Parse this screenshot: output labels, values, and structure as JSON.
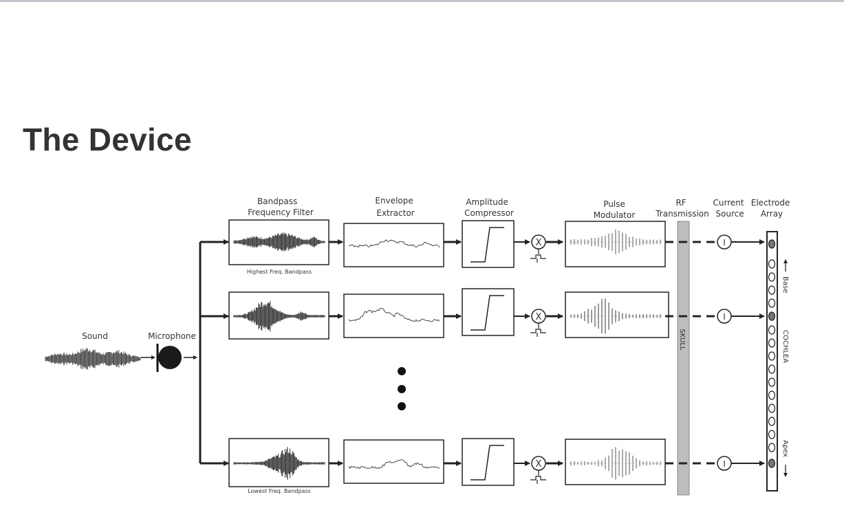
{
  "slide": {
    "title": "The Device"
  },
  "diagram": {
    "sound_label": "Sound",
    "microphone_label": "Microphone",
    "stages": {
      "bandpass": [
        "Bandpass",
        "Frequency Filter"
      ],
      "envelope": [
        "Envelope",
        "Extractor"
      ],
      "compressor": [
        "Amplitude",
        "Compressor"
      ],
      "pulse": [
        "Pulse",
        "Modulator"
      ],
      "rf": [
        "RF",
        "Transmission"
      ],
      "current": [
        "Current",
        "Source"
      ],
      "electrode": [
        "Electrode",
        "Array"
      ]
    },
    "highest_band_label": "Highest Freq. Bandpass",
    "lowest_band_label": "Lowest Freq. Bandpass",
    "skull_label": "SKULL",
    "cochlea_label": "COCHLEA",
    "base_label": "Base",
    "apex_label": "Apex",
    "multiplier_symbol": "X",
    "current_symbol": "I"
  }
}
